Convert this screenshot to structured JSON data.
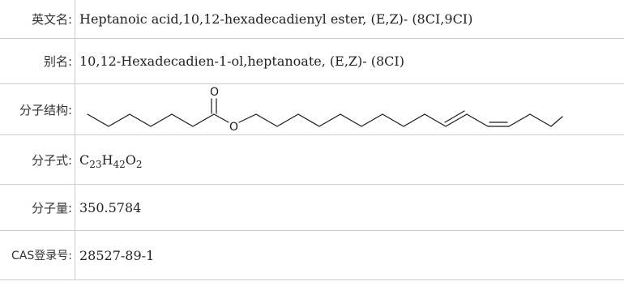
{
  "rows": {
    "english_name": {
      "label": "英文名:",
      "value": "Heptanoic acid,10,12-hexadecadienyl ester, (E,Z)- (8CI,9CI)"
    },
    "alias": {
      "label": "别名:",
      "value": "10,12-Hexadecadien-1-ol,heptanoate, (E,Z)- (8CI)"
    },
    "structure": {
      "label": "分子结构:",
      "carbonyl_oxygen": "O",
      "ester_oxygen": "O"
    },
    "formula": {
      "label": "分子式:",
      "c_symbol": "C",
      "c_count": "23",
      "h_symbol": "H",
      "h_count": "42",
      "o_symbol": "O",
      "o_count": "2"
    },
    "molecular_weight": {
      "label": "分子量:",
      "value": "350.5784"
    },
    "cas": {
      "label": "CAS登录号:",
      "value": "28527-89-1"
    }
  }
}
